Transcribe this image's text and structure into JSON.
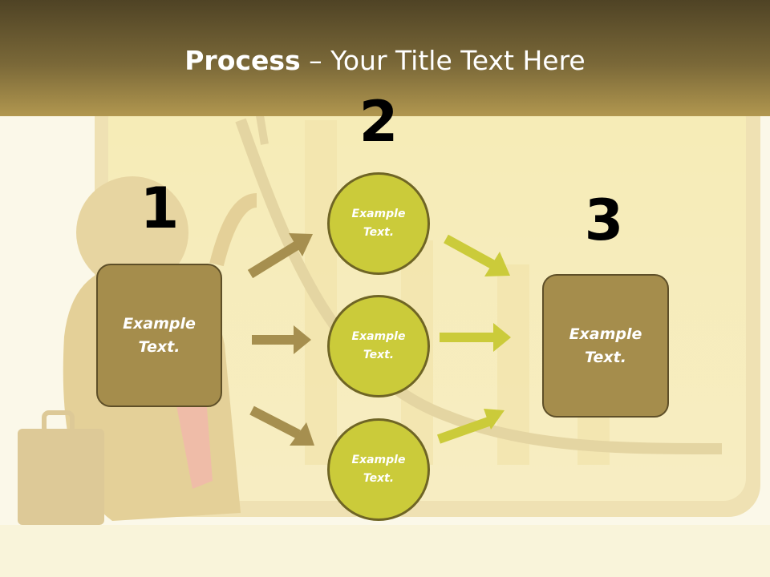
{
  "slide": {
    "title_bold": "Process",
    "title_rest": " – Your Title Text Here"
  },
  "steps": {
    "step1": {
      "number": "1",
      "text": "Example\nText."
    },
    "step2": {
      "number": "2",
      "circles": [
        "Example\nText.",
        "Example\nText.",
        "Example\nText."
      ]
    },
    "step3": {
      "number": "3",
      "text": "Example\nText."
    }
  },
  "colors": {
    "box_fill": "#a58d4c",
    "circle_fill": "#cbcb3a",
    "arrow_left": "#a68f4f",
    "arrow_right": "#cbcb3a"
  }
}
